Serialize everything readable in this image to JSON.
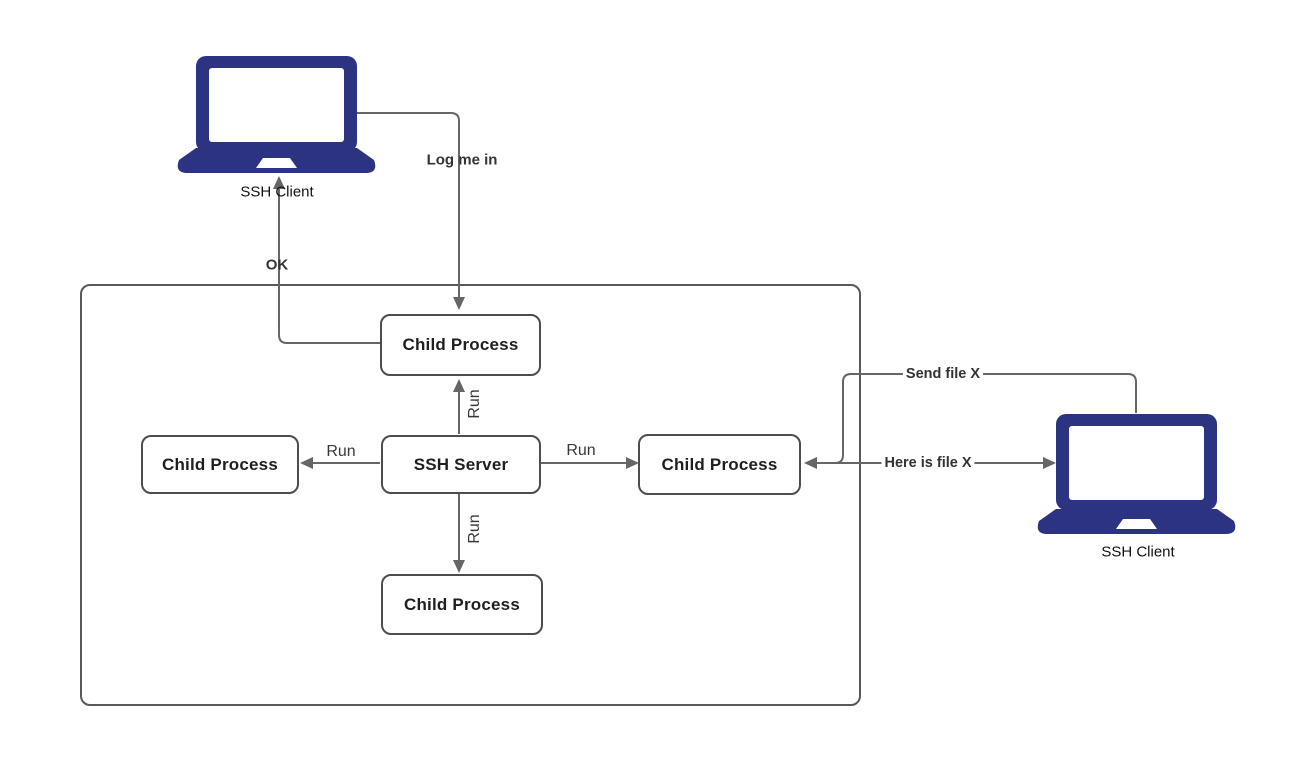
{
  "diagram": {
    "nodes": {
      "server": {
        "label": "SSH Server"
      },
      "child_top": {
        "label": "Child Process"
      },
      "child_left": {
        "label": "Child Process"
      },
      "child_right": {
        "label": "Child Process"
      },
      "child_bottom": {
        "label": "Child Process"
      }
    },
    "clients": {
      "top_left": {
        "label": "SSH Client"
      },
      "right": {
        "label": "SSH Client"
      }
    },
    "edges": {
      "log_me_in": {
        "label": "Log me in",
        "from": "ssh-client-top-left",
        "to": "child-process-top"
      },
      "ok": {
        "label": "OK",
        "from": "child-process-top",
        "to": "ssh-client-top-left"
      },
      "run_up": {
        "label": "Run",
        "from": "ssh-server",
        "to": "child-process-top"
      },
      "run_left": {
        "label": "Run",
        "from": "ssh-server",
        "to": "child-process-left"
      },
      "run_right": {
        "label": "Run",
        "from": "ssh-server",
        "to": "child-process-right"
      },
      "run_down": {
        "label": "Run",
        "from": "ssh-server",
        "to": "child-process-bottom"
      },
      "send_file": {
        "label": "Send file X",
        "from": "ssh-client-right",
        "to": "child-process-right"
      },
      "here_is_file": {
        "label": "Here is file X",
        "from": "child-process-right",
        "to": "ssh-client-right"
      }
    },
    "colors": {
      "laptop_fill": "#2c3481",
      "connector": "#666666",
      "node_border": "#4d4d4d",
      "boundary_border": "#595959",
      "node_text": "#1f1f1f",
      "label_text": "#333333",
      "background": "#ffffff"
    }
  }
}
